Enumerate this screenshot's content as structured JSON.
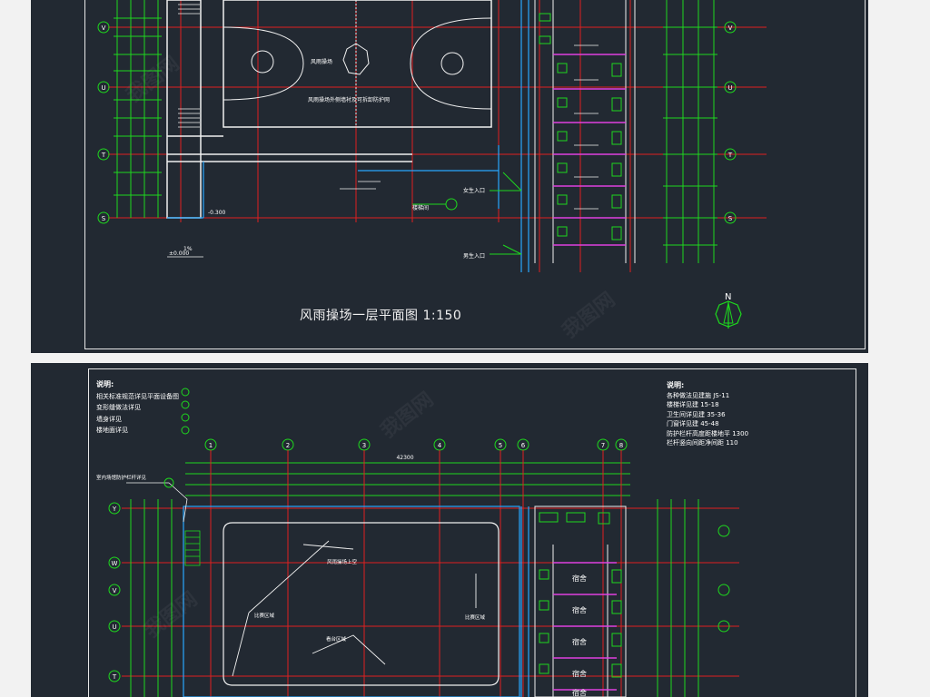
{
  "top_drawing": {
    "title": "风雨操场一层平面图 1:150",
    "north_label": "N",
    "axis_labels": [
      "V",
      "U",
      "T",
      "S"
    ],
    "court_labels": [
      "风雨操场",
      "风雨操场外侧墙衬及可拆卸防护网"
    ],
    "entrance_labels": [
      "女生入口",
      "男生入口"
    ],
    "misc_labels": [
      "楼梯间",
      "±0.000",
      "-0.300",
      "1%"
    ]
  },
  "bottom_drawing": {
    "notes_left_heading": "说明:",
    "notes_left": [
      "相关标准规范详见平面设备图",
      "变形缝做法详见",
      "墙身详见",
      "楼地面详见"
    ],
    "notes_right_heading": "说明:",
    "notes_right": [
      "各种做法见建施 JS-11",
      "楼梯详见建 15-18",
      "卫生间详见建 35-36",
      "门窗详见建 45-48",
      "防护栏杆高度距楼地平 1300",
      "栏杆竖向间距净间距 110"
    ],
    "column_axes": [
      "1",
      "2",
      "3",
      "4",
      "5",
      "6",
      "7",
      "8"
    ],
    "row_axes": [
      "Y",
      "W",
      "V",
      "U",
      "T"
    ],
    "overall_dimension": "42300",
    "room_labels": [
      "宿舍",
      "宿舍",
      "宿舍",
      "宿舍",
      "宿舍"
    ],
    "court_labels": [
      "风雨操场上空",
      "比赛区域",
      "看台区域",
      "比赛区域"
    ],
    "callout_label": "室内场馆防护栏杆详见"
  },
  "watermark": "我图网"
}
